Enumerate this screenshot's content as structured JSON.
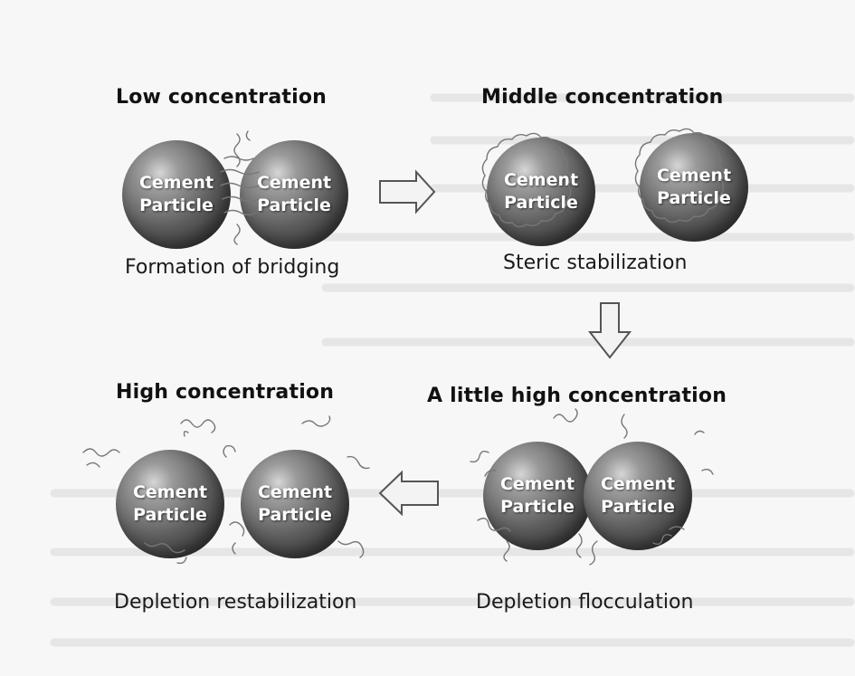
{
  "panels": {
    "low": {
      "heading": "Low concentration",
      "caption": "Formation of bridging",
      "particles": [
        {
          "line1": "Cement",
          "line2": "Particle"
        },
        {
          "line1": "Cement",
          "line2": "Particle"
        }
      ]
    },
    "middle": {
      "heading": "Middle concentration",
      "caption": "Steric stabilization",
      "particles": [
        {
          "line1": "Cement",
          "line2": "Particle"
        },
        {
          "line1": "Cement",
          "line2": "Particle"
        }
      ]
    },
    "little_high": {
      "heading": "A little high concentration",
      "caption": "Depletion flocculation",
      "particles": [
        {
          "line1": "Cement",
          "line2": "Particle"
        },
        {
          "line1": "Cement",
          "line2": "Particle"
        }
      ]
    },
    "high": {
      "heading": "High concentration",
      "caption": "Depletion restabilization",
      "particles": [
        {
          "line1": "Cement",
          "line2": "Particle"
        },
        {
          "line1": "Cement",
          "line2": "Particle"
        }
      ]
    }
  },
  "arrows": [
    "right",
    "down",
    "left"
  ],
  "colors": {
    "particle_dark": "#3e3e3e",
    "particle_light": "#d6d6d6",
    "polymer": "#777777",
    "text": "#111111"
  }
}
